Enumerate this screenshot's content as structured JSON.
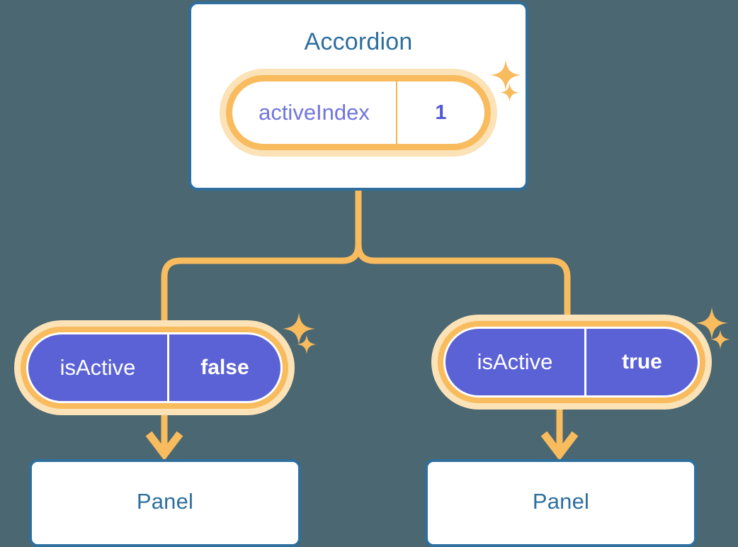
{
  "diagram": {
    "title_text": "Accordion",
    "background_color": "#4b6771",
    "accent_orange": "#f8bb5d",
    "accent_orange_soft": "#fbe2b7",
    "accent_blue": "#2e6f9e",
    "accent_purple": "#5b62d6",
    "root": {
      "label": "Accordion",
      "state": {
        "key": "activeIndex",
        "value": "1"
      }
    },
    "children": [
      {
        "prop": {
          "key": "isActive",
          "value": "false"
        },
        "component": {
          "label": "Panel"
        }
      },
      {
        "prop": {
          "key": "isActive",
          "value": "true"
        },
        "component": {
          "label": "Panel"
        }
      }
    ],
    "sparkles": [
      {
        "name": "sparkle-accordion-large"
      },
      {
        "name": "sparkle-accordion-small"
      },
      {
        "name": "sparkle-left-large"
      },
      {
        "name": "sparkle-left-small"
      },
      {
        "name": "sparkle-right-large"
      },
      {
        "name": "sparkle-right-small"
      }
    ]
  }
}
